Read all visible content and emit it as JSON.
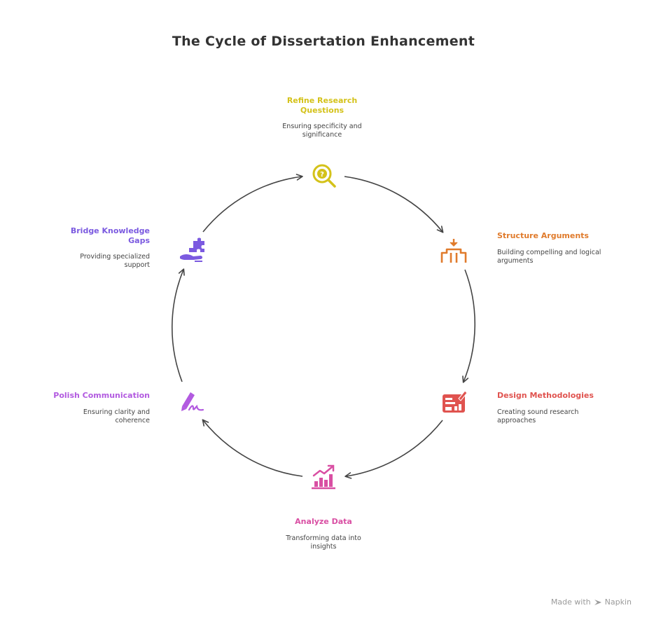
{
  "title": "The Cycle of Dissertation Enhancement",
  "colors": {
    "refine": "#d4c21a",
    "structure": "#e07b2c",
    "design": "#e0534f",
    "analyze": "#d94fa3",
    "polish": "#b25ae0",
    "bridge": "#7b5ae0",
    "arrow": "#444444"
  },
  "nodes": {
    "refine": {
      "title": "Refine Research Questions",
      "desc": "Ensuring specificity and significance",
      "icon": "magnifier-question-icon"
    },
    "structure": {
      "title": "Structure Arguments",
      "desc": "Building compelling and logical arguments",
      "icon": "structure-pillars-icon"
    },
    "design": {
      "title": "Design Methodologies",
      "desc": "Creating sound research approaches",
      "icon": "method-board-icon"
    },
    "analyze": {
      "title": "Analyze Data",
      "desc": "Transforming data into insights",
      "icon": "chart-growth-icon"
    },
    "polish": {
      "title": "Polish Communication",
      "desc": "Ensuring clarity and coherence",
      "icon": "pen-signature-icon"
    },
    "bridge": {
      "title": "Bridge Knowledge Gaps",
      "desc": "Providing specialized support",
      "icon": "hand-puzzle-icon"
    }
  },
  "footer": {
    "made_with": "Made with",
    "brand": "Napkin"
  }
}
